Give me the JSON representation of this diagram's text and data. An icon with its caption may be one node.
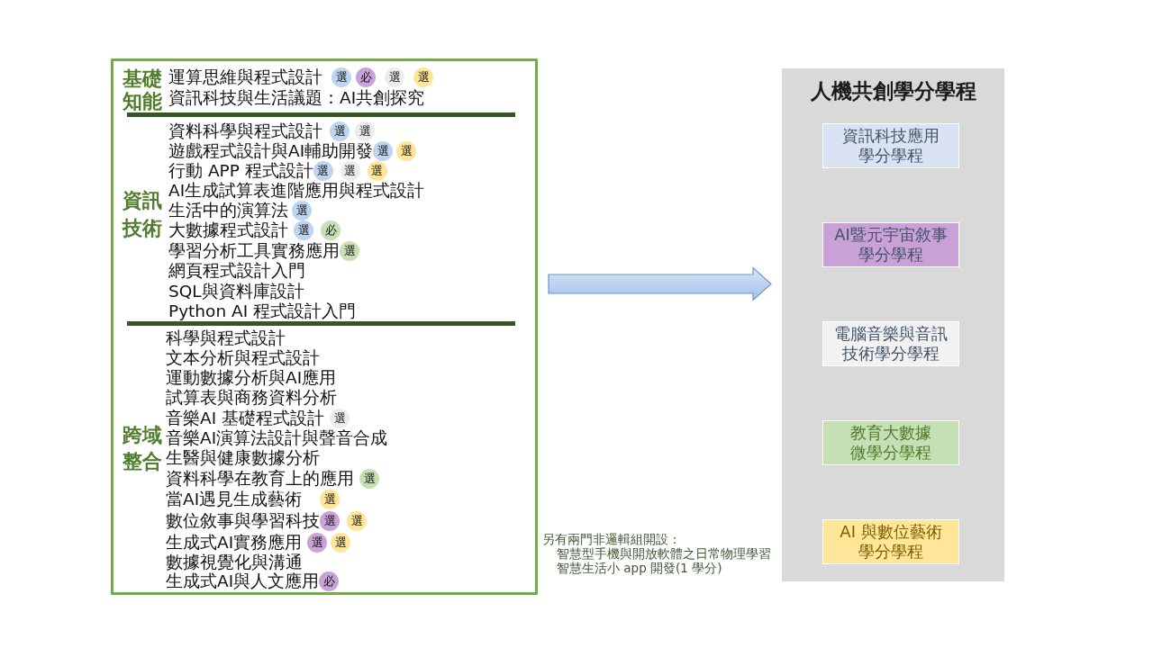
{
  "diagram": {
    "nodes": [
      {
        "text": [
          "基礎知能",
          "運算思維與程式設計",
          "資訊科技與生活議題：AI共創探究",
          "資訊技術",
          "資料科學與程式設計",
          "遊戲程式設計與AI輔助開發",
          "行動 APP 程式設計",
          "AI生成試算表進階應用與程式設計",
          "生活中的演算法",
          "大數據程式設計",
          "學習分析工具實務應用",
          "網頁程式設計入門",
          "SQL與資料庫設計",
          "Python AI 程式設計入門",
          "跨域整合",
          "科學與程式設計",
          "文本分析與程式設計",
          "運動數據分析與AI應用",
          "試算表與商務資料分析",
          "音樂AI 基礎程式設計",
          "音樂AI演算法設計與聲音合成",
          "生醫與健康數據分析",
          "資料科學在教育上的應用",
          "當AI遇見生成藝術",
          "數位敘事與學習科技",
          "生成式AI實務應用",
          "數據視覺化與溝通",
          "生成式AI與人文應用"
        ]
      },
      {
        "text": [
          "選"
        ],
        "in": 0
      },
      {
        "text": [
          "必"
        ],
        "in": 0
      },
      {
        "text": [
          "選"
        ],
        "in": 0
      },
      {
        "text": [
          "選"
        ],
        "in": 0
      },
      {
        "text": [
          "選"
        ],
        "in": 0
      },
      {
        "text": [
          "選"
        ],
        "in": 0
      },
      {
        "text": [
          "選"
        ],
        "in": 0
      },
      {
        "text": [
          "選"
        ],
        "in": 0
      },
      {
        "text": [
          "選"
        ],
        "in": 0
      },
      {
        "text": [
          "選"
        ],
        "in": 0
      },
      {
        "text": [
          "選"
        ],
        "in": 0
      },
      {
        "text": [
          "選"
        ],
        "in": 0
      },
      {
        "text": [
          "選"
        ],
        "in": 0
      },
      {
        "text": [
          "必"
        ],
        "in": 0
      },
      {
        "text": [
          "選"
        ],
        "in": 0
      },
      {
        "text": [
          "選"
        ],
        "in": 0
      },
      {
        "text": [
          "選"
        ],
        "in": 0
      },
      {
        "text": [
          "選"
        ],
        "in": 0
      },
      {
        "text": [
          "選"
        ],
        "in": 0
      },
      {
        "text": [
          "選"
        ],
        "in": 0
      },
      {
        "text": [
          "選"
        ],
        "in": 0
      },
      {
        "text": [
          "選"
        ],
        "in": 0
      },
      {
        "text": [
          "必"
        ],
        "in": 0
      },
      {
        "text": [
          "人機共創學分學程"
        ]
      },
      {
        "text": [
          "資訊科技應用學分學程"
        ],
        "in": 24
      },
      {
        "text": [
          "AI暨元宇宙敘事學分學程"
        ],
        "in": 24
      },
      {
        "text": [
          "電腦音樂與音訊技術學分學程"
        ],
        "in": 24
      },
      {
        "text": [
          "教育大數據微學分學程"
        ],
        "in": 24
      },
      {
        "text": [
          "AI 與數位藝術學分學程"
        ],
        "in": 24
      }
    ],
    "edges": [
      {
        "from": 0,
        "to": 24,
        "arrow": "to"
      }
    ],
    "labels": [
      "另有兩門非邏輯組開設：",
      "智慧型手機與開放軟體之日常物理學習",
      "智慧生活小 app 開發(1 學分)"
    ]
  }
}
